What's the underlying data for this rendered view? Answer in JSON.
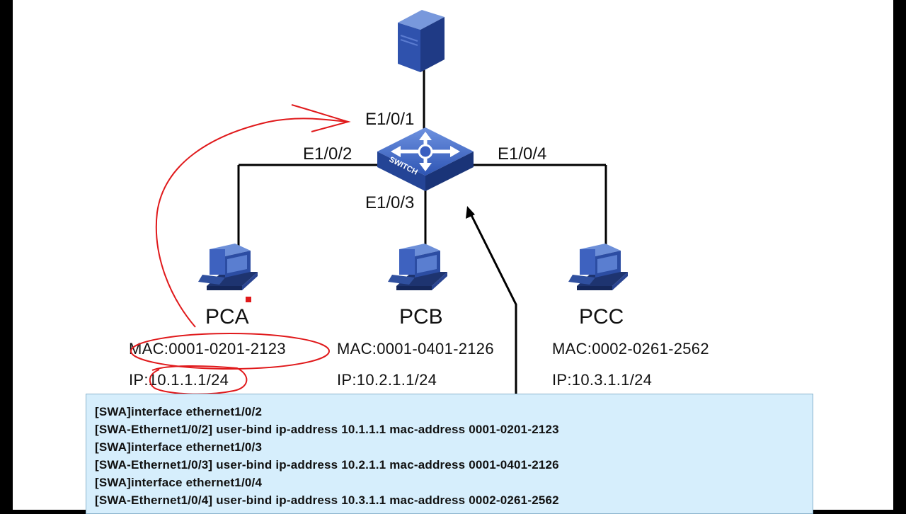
{
  "server": {
    "icon": "server-icon"
  },
  "switch": {
    "icon": "switch-icon",
    "label": "SWITCH"
  },
  "ports": {
    "p1": "E1/0/1",
    "p2": "E1/0/2",
    "p3": "E1/0/3",
    "p4": "E1/0/4"
  },
  "hosts": [
    {
      "name": "PCA",
      "mac": "MAC:0001-0201-2123",
      "ip": "IP:10.1.1.1/24",
      "icon": "computer-icon"
    },
    {
      "name": "PCB",
      "mac": "MAC:0001-0401-2126",
      "ip": "IP:10.2.1.1/24",
      "icon": "computer-icon"
    },
    {
      "name": "PCC",
      "mac": "MAC:0002-0261-2562",
      "ip": "IP:10.3.1.1/24",
      "icon": "computer-icon"
    }
  ],
  "commands": [
    "[SWA]interface ethernet1/0/2",
    "[SWA-Ethernet1/0/2] user-bind ip-address 10.1.1.1 mac-address 0001-0201-2123",
    "[SWA]interface ethernet1/0/3",
    "[SWA-Ethernet1/0/3] user-bind ip-address 10.2.1.1 mac-address 0001-0401-2126",
    "[SWA]interface ethernet1/0/4",
    "[SWA-Ethernet1/0/4] user-bind ip-address 10.3.1.1 mac-address 0002-0261-2562"
  ],
  "colors": {
    "annotation": "#e0191b",
    "device": "#2b4f9e",
    "command_bg": "#d6eefc"
  }
}
